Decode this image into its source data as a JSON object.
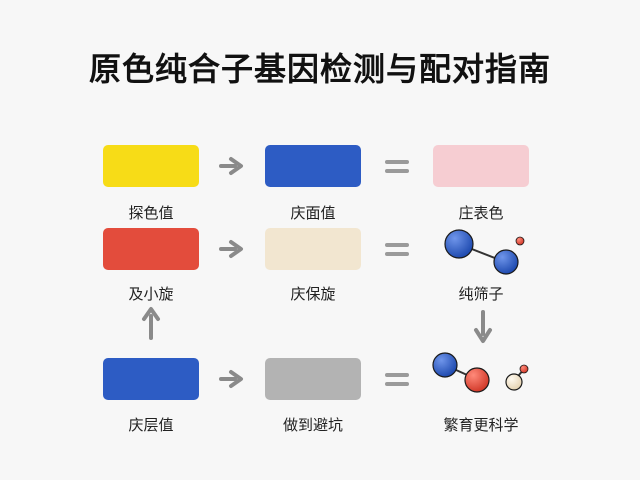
{
  "title": "原色纯合子基因检测与配对指南",
  "rows": [
    {
      "items": [
        {
          "color": "#F7DC17",
          "label": "探色值"
        },
        {
          "color": "#2D5CC4",
          "label": "庆面值"
        },
        {
          "color": "#F6CDD2",
          "label": "庄表色"
        }
      ]
    },
    {
      "items": [
        {
          "color": "#E34C3C",
          "label": "及小旋"
        },
        {
          "color": "#F2E6D0",
          "label": "庆保旋"
        },
        {
          "label": "纯筛子",
          "icon": "blue-molecule-icon"
        }
      ]
    },
    {
      "items": [
        {
          "color": "#2D5CC4",
          "label": "庆层值"
        },
        {
          "color": "#B3B3B3",
          "label": "做到避坑"
        },
        {
          "label": "繁育更科学",
          "icon": "multicolor-molecule-icon"
        }
      ]
    }
  ],
  "colors": {
    "arrow": "#8a8a8a",
    "equals": "#9a9a9a",
    "mol_blue": "#2D5CC4",
    "mol_red": "#E34C3C",
    "mol_beige": "#F2E6D0"
  }
}
